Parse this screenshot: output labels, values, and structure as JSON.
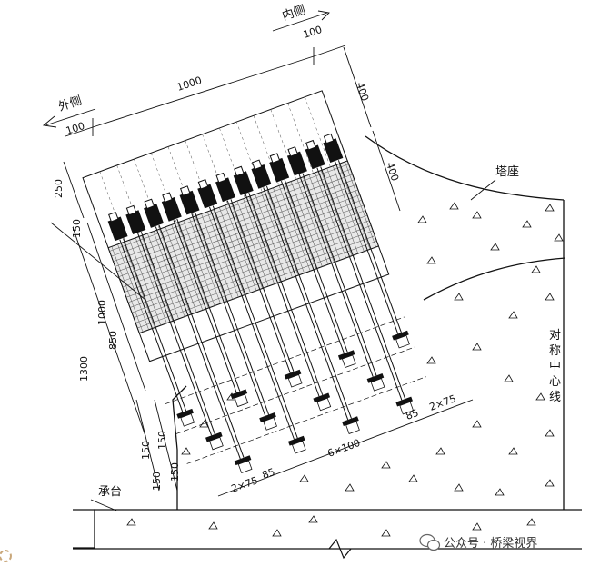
{
  "labels": {
    "inner_side": "内侧",
    "outer_side": "外侧",
    "tower_seat": "塔座",
    "pile_cap": "承台",
    "symmetry_line": "对称中心线"
  },
  "dimensions": {
    "top_100_inner": "100",
    "top_1000": "1000",
    "top_100_outer": "100",
    "right_400_upper": "400",
    "right_400_lower": "400",
    "left_250": "250",
    "left_150_upper": "150",
    "left_1000": "1000",
    "left_850": "850",
    "left_1300": "1300",
    "left_150_a": "150",
    "left_150_b": "150",
    "left_150_c": "150",
    "left_150_d": "150",
    "bottom_2x75_left": "2×75",
    "bottom_85_left": "85",
    "bottom_6x100": "6×100",
    "bottom_85_right": "85",
    "bottom_2x75_right": "2×75"
  },
  "watermark": {
    "text": "公众号 · 桥梁视界",
    "icon": "wechat-icon"
  },
  "colors": {
    "ink": "#111111",
    "background": "#ffffff"
  }
}
